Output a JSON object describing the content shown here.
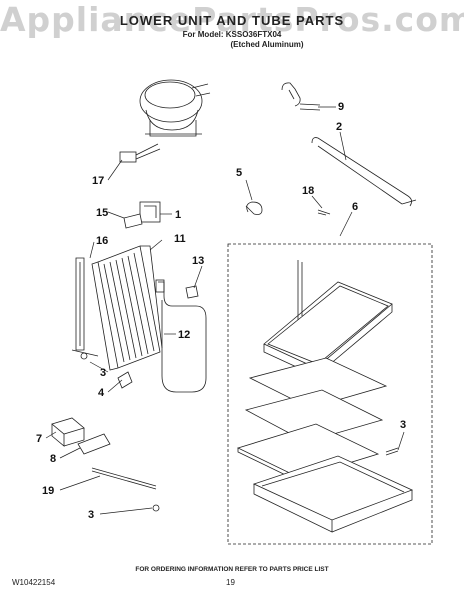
{
  "watermark": "AppliancePartsPros.com",
  "header": {
    "title": "LOWER UNIT AND TUBE PARTS",
    "model_line": "For Model: KSSO36FTX04",
    "subtitle": "(Etched Aluminum)"
  },
  "callouts": {
    "c1": "1",
    "c2": "2",
    "c3a": "3",
    "c3b": "3",
    "c3c": "3",
    "c4": "4",
    "c5": "5",
    "c6": "6",
    "c7": "7",
    "c8": "8",
    "c9": "9",
    "c11": "11",
    "c12": "12",
    "c13": "13",
    "c15": "15",
    "c16": "16",
    "c17": "17",
    "c18": "18",
    "c19": "19"
  },
  "footer": {
    "note": "FOR ORDERING INFORMATION REFER TO PARTS PRICE LIST",
    "doc_number": "W10422154",
    "page_number": "19"
  }
}
